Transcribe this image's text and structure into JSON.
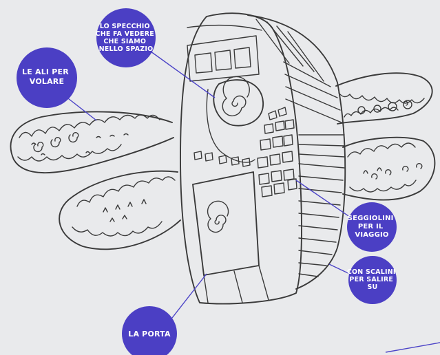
{
  "colors": {
    "paper": "#e9eaec",
    "ink": "#3a3a3a",
    "badge": "#4b3fc4",
    "leader": "#4b43c7",
    "badge_text": "#ffffff"
  },
  "labels": {
    "mirror": [
      "LO SPECCHIO",
      "CHE FA VEDERE",
      "CHE SIAMO",
      "NELLO SPAZIO"
    ],
    "wings": [
      "LE ALI PER",
      "VOLARE"
    ],
    "seats": [
      "SEGGIOLINI",
      "PER IL",
      "VIAGGIO"
    ],
    "stairs": [
      "CON SCALINI",
      "PER SALIRE",
      "SU"
    ],
    "door": [
      "LA PORTA"
    ]
  }
}
